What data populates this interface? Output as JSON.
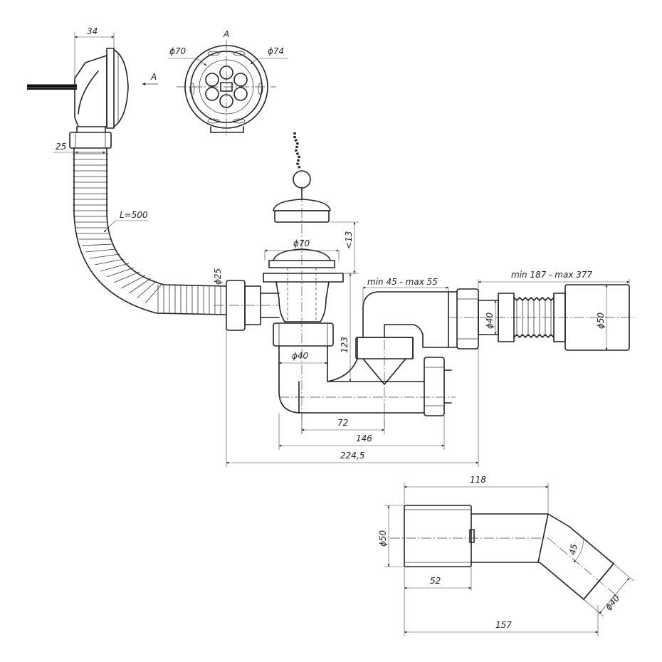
{
  "labels": {
    "view_a": "A",
    "view_a_arrow": "A",
    "dim_34": "34",
    "dim_phi70_top": "ϕ70",
    "dim_phi74": "ϕ74",
    "dim_25": "25",
    "dim_l500": "L=500",
    "dim_phi70_drain": "ϕ70",
    "dim_13": "<13",
    "dim_phi25": "ϕ25",
    "dim_min45_max55": "min 45 - max 55",
    "dim_min187_max377": "min 187 - max 377",
    "dim_phi40_pipe": "ϕ40",
    "dim_phi50_pipe": "ϕ50",
    "dim_phi40_trap": "ϕ40",
    "dim_123": "123",
    "dim_72": "72",
    "dim_146": "146",
    "dim_224_5": "224,5",
    "dim_118": "118",
    "dim_phi50_elbow": "ϕ50",
    "dim_45": "45",
    "dim_52": "52",
    "dim_phi40_elbow": "ϕ40",
    "dim_157": "157"
  }
}
